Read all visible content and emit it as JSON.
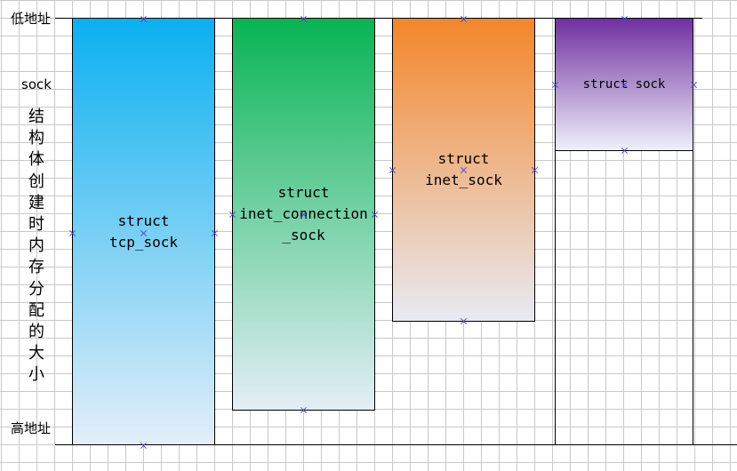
{
  "labels": {
    "low_address": "低地址",
    "sock": "sock",
    "size_note": "结构体创建时内存分配的大小",
    "high_address": "高地址"
  },
  "boxes": [
    {
      "id": "tcp-sock",
      "text": "struct\ntcp_sock",
      "gradient_top": "#0ab0f0",
      "gradient_bottom": "#e4eef8"
    },
    {
      "id": "inet-connection-sock",
      "text": "struct\ninet_connection\n_sock",
      "gradient_top": "#08b454",
      "gradient_bottom": "#e4eef6"
    },
    {
      "id": "inet-sock",
      "text": "struct\ninet_sock",
      "gradient_top": "#f3862a",
      "gradient_bottom": "#e8eaf4"
    },
    {
      "id": "sock",
      "text": "struct sock",
      "gradient_top": "#7030a0",
      "gradient_bottom": "#eef0fa"
    }
  ]
}
